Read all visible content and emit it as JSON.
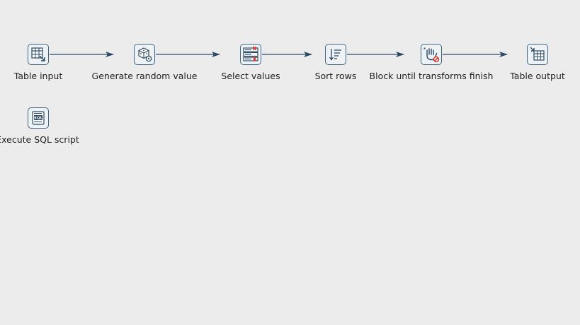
{
  "steps": {
    "table_input": "Table input",
    "generate_random": "Generate random value",
    "select_values": "Select values",
    "sort_rows": "Sort rows",
    "block_until": "Block until transforms finish",
    "table_output": "Table output",
    "execute_sql": "Execute SQL script"
  },
  "hops": [
    {
      "from": "table_input",
      "to": "generate_random"
    },
    {
      "from": "generate_random",
      "to": "select_values"
    },
    {
      "from": "select_values",
      "to": "sort_rows"
    },
    {
      "from": "sort_rows",
      "to": "block_until"
    },
    {
      "from": "block_until",
      "to": "table_output"
    }
  ],
  "colors": {
    "background": "#ececec",
    "hop": "#2c4a66",
    "icon_border": "#3e6581",
    "error_red": "#d9342b"
  },
  "icons": {
    "table_input": "table-input-icon",
    "generate_random": "random-cube-icon",
    "select_values": "select-values-icon",
    "sort_rows": "sort-rows-icon",
    "block_until": "block-hand-icon",
    "table_output": "table-output-icon",
    "execute_sql": "sql-script-icon"
  }
}
